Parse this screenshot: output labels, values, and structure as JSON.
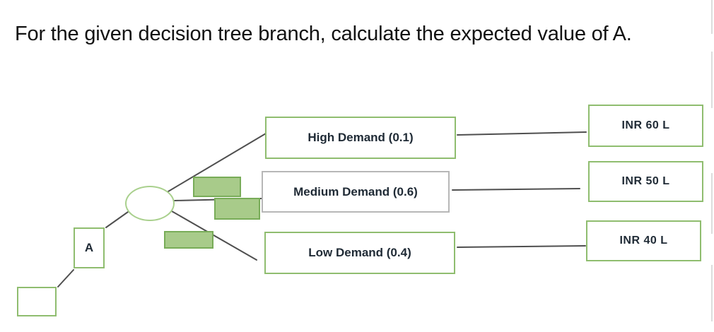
{
  "title": "For the given decision tree branch, calculate the expected value of A.",
  "tree": {
    "decision_node_label": "A",
    "branches": [
      {
        "label": "High Demand (0.1)",
        "probability": "0.1",
        "outcome": "INR 60 L"
      },
      {
        "label": "Medium Demand (0.6)",
        "probability": "0.6",
        "outcome": "INR 50 L"
      },
      {
        "label": "Low Demand (0.4)",
        "probability": "0.4",
        "outcome": "INR 40 L"
      }
    ]
  },
  "colors": {
    "node_border_green": "#8fbd6f",
    "chance_node_border": "#a9d08d",
    "medium_box_border": "#b7b7b7",
    "highlight_fill": "#a8cb8a",
    "highlight_border": "#78ac58",
    "connector_line": "#4f4f4f",
    "label_text": "#202b36"
  }
}
